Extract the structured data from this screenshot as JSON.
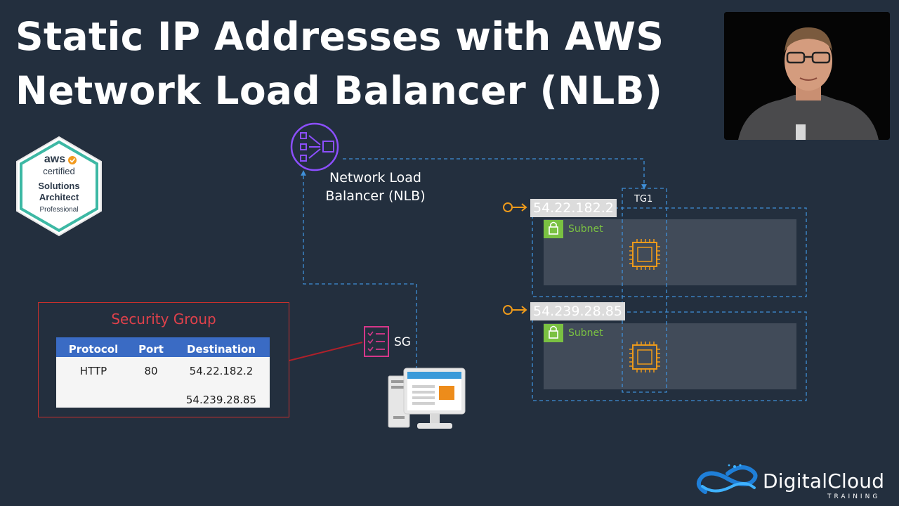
{
  "title": {
    "line1": "Static IP Addresses with AWS",
    "line2": "Network Load Balancer (NLB)"
  },
  "badge": {
    "brand": "aws",
    "certified": "certified",
    "line1": "Solutions",
    "line2": "Architect",
    "level": "Professional"
  },
  "nlb": {
    "icon": "network-load-balancer-icon",
    "label_line1": "Network Load",
    "label_line2": "Balancer (NLB)"
  },
  "target_group": {
    "label": "TG1"
  },
  "subnets": [
    {
      "ip": "54.22.182.2",
      "label": "Subnet",
      "instance_icon": "ec2-instance-icon"
    },
    {
      "ip": "54.239.28.85",
      "label": "Subnet",
      "instance_icon": "ec2-instance-icon"
    }
  ],
  "sg": {
    "label": "SG",
    "icon": "security-group-checklist-icon"
  },
  "client": {
    "icon": "client-computer-icon"
  },
  "security_group_table": {
    "title": "Security Group",
    "headers": [
      "Protocol",
      "Port",
      "Destination"
    ],
    "rows": [
      [
        "HTTP",
        "80",
        "54.22.182.2"
      ],
      [
        "",
        "",
        "54.239.28.85"
      ]
    ]
  },
  "branding": {
    "name": "DigitalCloud",
    "tagline": "TRAINING"
  },
  "colors": {
    "background": "#232f3e",
    "nlb_purple": "#8c4fff",
    "dashed_blue": "#3f8fd8",
    "ip_orange": "#ed9a1b",
    "subnet_green": "#7ac142",
    "sg_red": "#c9302c",
    "table_header_blue": "#3a6bc4",
    "sg_icon_pink": "#d6378a"
  }
}
